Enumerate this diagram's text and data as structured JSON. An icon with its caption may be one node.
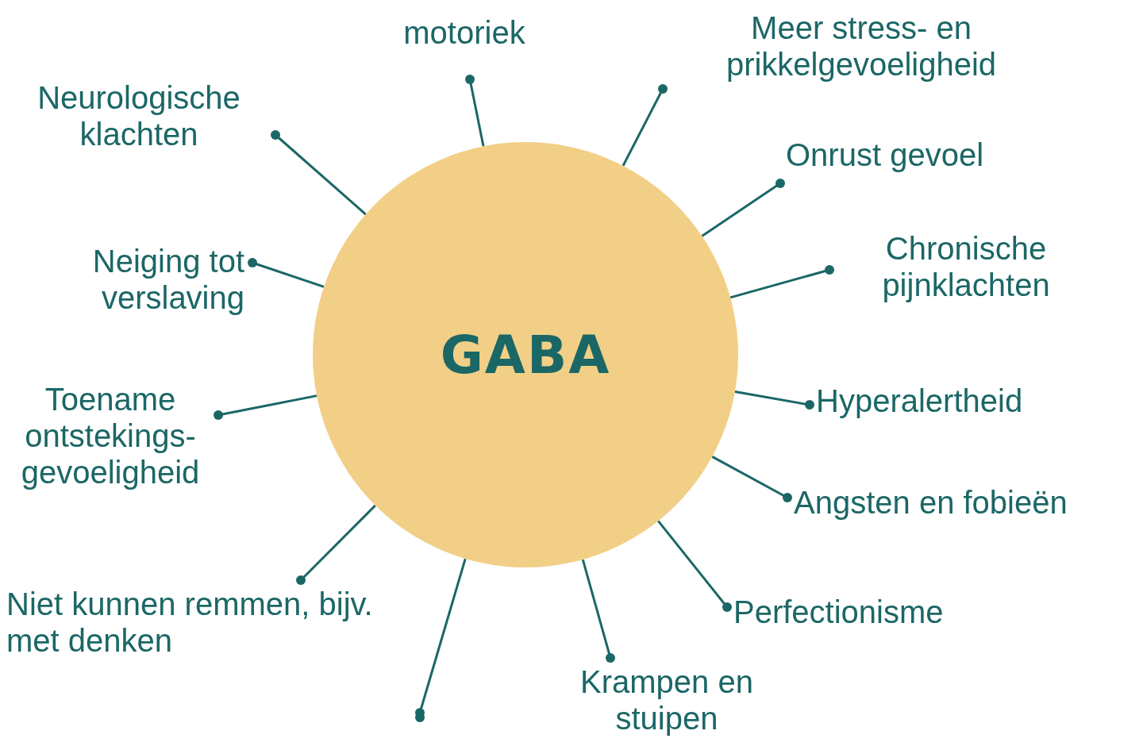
{
  "diagram": {
    "nodes": [
      {
        "text": [
          "GABA"
        ]
      },
      {
        "text": [
          "motoriek"
        ]
      },
      {
        "text": [
          "Meer stress- en prikkelgevoeligheid"
        ]
      },
      {
        "text": [
          "Neurologische klachten"
        ]
      },
      {
        "text": [
          "Onrust gevoel"
        ]
      },
      {
        "text": [
          "Neiging tot verslaving"
        ]
      },
      {
        "text": [
          "Chronische pijnklachten"
        ]
      },
      {
        "text": [
          "Toename ontstekings- gevoeligheid"
        ]
      },
      {
        "text": [
          "Hyperalertheid"
        ]
      },
      {
        "text": [
          "Angsten en fobieën"
        ]
      },
      {
        "text": [
          "Niet kunnen remmen, bijv. met denken"
        ]
      },
      {
        "text": [
          "Perfectionisme"
        ]
      },
      {
        "text": [
          "Krampen en stuipen"
        ]
      },
      {
        "text": [],
        "shape": "circle"
      }
    ],
    "edges": [
      {
        "from": 0,
        "to": 1,
        "arrow": "other"
      },
      {
        "from": 0,
        "to": 2,
        "arrow": "other"
      },
      {
        "from": 0,
        "to": 3,
        "arrow": "other"
      },
      {
        "from": 0,
        "to": 4,
        "arrow": "other"
      },
      {
        "from": 0,
        "to": 5,
        "arrow": "other"
      },
      {
        "from": 0,
        "to": 6,
        "arrow": "other"
      },
      {
        "from": 0,
        "to": 7,
        "arrow": "other"
      },
      {
        "from": 0,
        "to": 8,
        "arrow": "other"
      },
      {
        "from": 0,
        "to": 9,
        "arrow": "other"
      },
      {
        "from": 0,
        "to": 10,
        "arrow": "other"
      },
      {
        "from": 0,
        "to": 11,
        "arrow": "other"
      },
      {
        "from": 0,
        "to": 12,
        "arrow": "other"
      },
      {
        "from": 0,
        "to": 13,
        "arrow": "other"
      }
    ]
  }
}
